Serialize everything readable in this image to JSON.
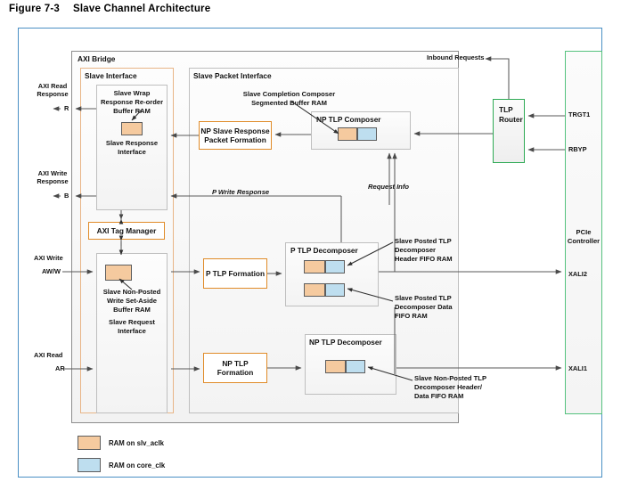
{
  "figure": {
    "number": "Figure 7-3",
    "title": "Slave Channel Architecture"
  },
  "containers": {
    "axi_bridge": "AXI Bridge",
    "slave_interface": "Slave Interface",
    "slave_packet_interface": "Slave Packet Interface",
    "pcie_controller": "PCIe\nController"
  },
  "blocks": {
    "slave_response_interface": "Slave Response\nInterface",
    "slave_wrap_ram": "Slave Wrap\nResponse Re-order\nBuffer RAM",
    "axi_tag_manager": "AXI Tag Manager",
    "slave_request_interface": "Slave Request\nInterface",
    "slave_nonposted_ram": "Slave Non-Posted\nWrite Set-Aside\nBuffer RAM",
    "np_slave_response_packet_formation": "NP Slave Response\nPacket Formation",
    "np_tlp_composer": "NP TLP Composer",
    "slave_completion_composer_ram": "Slave Completion Composer\nSegmented Buffer RAM",
    "p_tlp_formation": "P TLP Formation",
    "p_tlp_decomposer": "P TLP Decomposer",
    "np_tlp_formation": "NP TLP Formation",
    "np_tlp_decomposer": "NP TLP Decomposer",
    "tlp_router": "TLP\nRouter",
    "slave_posted_header_ram": "Slave Posted TLP\nDecomposer\nHeader FIFO RAM",
    "slave_posted_data_ram": "Slave Posted TLP\nDecomposer Data\nFIFO RAM",
    "slave_nonposted_decomp_ram": "Slave Non-Posted TLP\nDecomposer Header/\nData FIFO RAM"
  },
  "ports": {
    "axi_read_response": "AXI Read\nResponse",
    "axi_read_response_signal": "R",
    "axi_write_response": "AXI Write\nResponse",
    "axi_write_response_signal": "B",
    "axi_write": "AXI Write",
    "axi_write_signal": "AW/W",
    "axi_read": "AXI Read",
    "axi_read_signal": "AR",
    "trgt1": "TRGT1",
    "rbyp": "RBYP",
    "xali2": "XALI2",
    "xali1": "XALI1"
  },
  "flow_labels": {
    "inbound_requests": "Inbound Requests",
    "p_write_response": "P Write Response",
    "request_info": "Request Info"
  },
  "legend": [
    {
      "swatch": "slv_aclk",
      "color": "#f5ca9f",
      "text": "RAM on slv_aclk"
    },
    {
      "swatch": "core_clk",
      "color": "#bedeef",
      "text": "RAM on core_clk"
    }
  ],
  "colors": {
    "frame_blue": "#4a90c4",
    "ram_slv_aclk": "#f5ca9f",
    "ram_core_clk": "#bedeef",
    "node_orange": "#e08b28",
    "green_border": "#2eaa55",
    "wire_gray": "#5a5a5a"
  }
}
